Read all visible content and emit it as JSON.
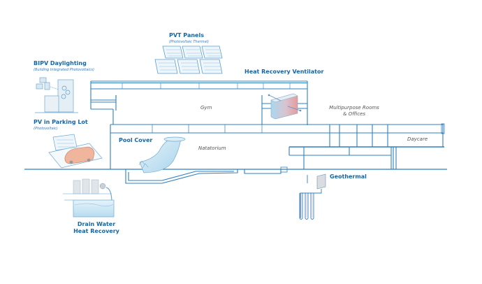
{
  "colors": {
    "line": "#2f7fbf",
    "label": "#1466a8",
    "room_text": "#555555",
    "glass": "#bfe0f2",
    "warm": "#e8a58f"
  },
  "labels": {
    "pvt": {
      "title": "PVT Panels",
      "sub": "(Photovoltaic Thermal)"
    },
    "bipv": {
      "title": "BIPV Daylighting",
      "sub": "(Building Integrated Photovoltaics)"
    },
    "hrv": {
      "title": "Heat Recovery Ventilator"
    },
    "pv_parking": {
      "title": "PV in Parking Lot",
      "sub": "(Photovoltaic)"
    },
    "pool_cover": {
      "title": "Pool Cover"
    },
    "geothermal": {
      "title": "Geothermal"
    },
    "drain": {
      "title_line1": "Drain Water",
      "title_line2": "Heat Recovery"
    }
  },
  "rooms": {
    "gym": "Gym",
    "multipurpose_line1": "Multipurpose Rooms",
    "multipurpose_line2": "& Offices",
    "natatorium": "Natatorium",
    "daycare": "Daycare"
  },
  "icons": {
    "pvt": "solar-panel-array-icon",
    "bipv": "bipv-building-icon",
    "hrv": "heat-exchanger-icon",
    "pv_parking": "solar-carport-icon",
    "pool_cover": "pool-cover-icon",
    "geothermal": "geothermal-loop-icon",
    "drain": "drain-water-tank-icon"
  }
}
